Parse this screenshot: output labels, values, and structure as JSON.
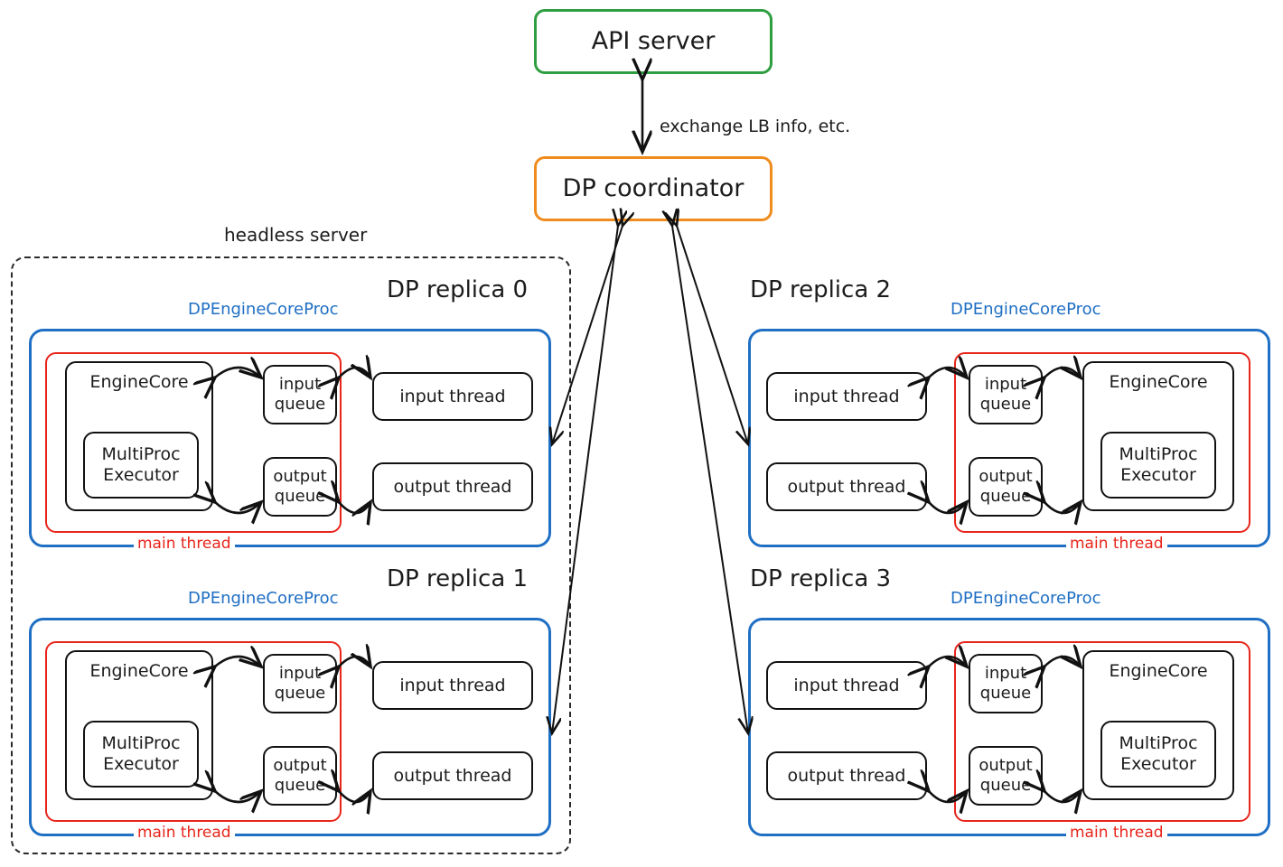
{
  "diagram": {
    "title_nodes": {
      "api_server": "API server",
      "dp_coordinator": "DP coordinator"
    },
    "edges": {
      "coordinator_api_label": "exchange LB info, etc."
    },
    "headless_server_label": "headless server",
    "colors": {
      "api_border": "#2f9e41",
      "coordinator_border": "#f08c1e",
      "process_border": "#1f6fc4",
      "main_thread_border": "#e8251b",
      "element_border": "#111111",
      "headless_border": "#2b2b2b",
      "text": "#1c1c1c"
    },
    "common_labels": {
      "process_label": "DPEngineCoreProc",
      "main_thread_label": "main thread",
      "engine_core": "EngineCore",
      "multiproc_executor": "MultiProc\nExecutor",
      "input_queue": "input\nqueue",
      "output_queue": "output\nqueue",
      "input_thread": "input thread",
      "output_thread": "output thread"
    },
    "replicas": [
      {
        "title": "DP replica 0",
        "process_label": "DPEngineCoreProc",
        "main_thread_label": "main thread",
        "orientation": "core-left",
        "in_headless_server": true,
        "elements": {
          "engine_core": "EngineCore",
          "multiproc_executor_line1": "MultiProc",
          "multiproc_executor_line2": "Executor",
          "input_queue_line1": "input",
          "input_queue_line2": "queue",
          "output_queue_line1": "output",
          "output_queue_line2": "queue",
          "input_thread": "input thread",
          "output_thread": "output thread"
        }
      },
      {
        "title": "DP replica 1",
        "process_label": "DPEngineCoreProc",
        "main_thread_label": "main thread",
        "orientation": "core-left",
        "in_headless_server": true,
        "elements": {
          "engine_core": "EngineCore",
          "multiproc_executor_line1": "MultiProc",
          "multiproc_executor_line2": "Executor",
          "input_queue_line1": "input",
          "input_queue_line2": "queue",
          "output_queue_line1": "output",
          "output_queue_line2": "queue",
          "input_thread": "input thread",
          "output_thread": "output thread"
        }
      },
      {
        "title": "DP replica 2",
        "process_label": "DPEngineCoreProc",
        "main_thread_label": "main thread",
        "orientation": "core-right",
        "in_headless_server": false,
        "elements": {
          "engine_core": "EngineCore",
          "multiproc_executor_line1": "MultiProc",
          "multiproc_executor_line2": "Executor",
          "input_queue_line1": "input",
          "input_queue_line2": "queue",
          "output_queue_line1": "output",
          "output_queue_line2": "queue",
          "input_thread": "input thread",
          "output_thread": "output thread"
        }
      },
      {
        "title": "DP replica 3",
        "process_label": "DPEngineCoreProc",
        "main_thread_label": "main thread",
        "orientation": "core-right",
        "in_headless_server": false,
        "elements": {
          "engine_core": "EngineCore",
          "multiproc_executor_line1": "MultiProc",
          "multiproc_executor_line2": "Executor",
          "input_queue_line1": "input",
          "input_queue_line2": "queue",
          "output_queue_line1": "output",
          "output_queue_line2": "queue",
          "input_thread": "input thread",
          "output_thread": "output thread"
        }
      }
    ]
  }
}
